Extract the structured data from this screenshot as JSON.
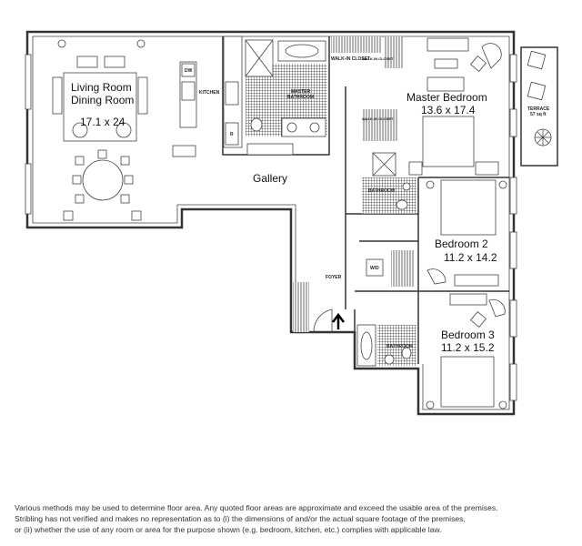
{
  "rooms": {
    "living_room": "Living Room",
    "dining_room": "Dining Room",
    "living_dims": "17.1 x 24",
    "kitchen": "KITCHEN",
    "dw": "DW",
    "fridge": "R",
    "master_bath_1": "MASTER",
    "master_bath_2": "BATHROOM",
    "walkin_1": "WALK-IN CLOSET",
    "walkin_2": "WALK-IN CLOSET",
    "walkin_3": "WALK-IN CLOSET",
    "master_bedroom": "Master Bedroom",
    "master_dims": "13.6 x 17.4",
    "terrace": "TERRACE",
    "terrace_area": "57 sq ft",
    "gallery": "Gallery",
    "bathroom_1": "BATHROOM",
    "bedroom2": "Bedroom 2",
    "bedroom2_dims": "11.2 x 14.2",
    "wd": "W/D",
    "foyer": "FOYER",
    "bedroom3": "Bedroom 3",
    "bedroom3_dims": "11.2 x 15.2",
    "bathroom_2": "BATHROOM"
  },
  "disclaimer": [
    "Various methods may be used to determine floor area.  Any quoted floor areas are approximate and exceed the usable area of the premises.",
    "Stribling has not verified and makes no representation as to (i) the dimensions of and/or the actual square footage of the premises,",
    "or (ii) whether the use of any room or area for the purpose shown (e.g. bedroom, kitchen, etc.) complies with applicable law."
  ]
}
